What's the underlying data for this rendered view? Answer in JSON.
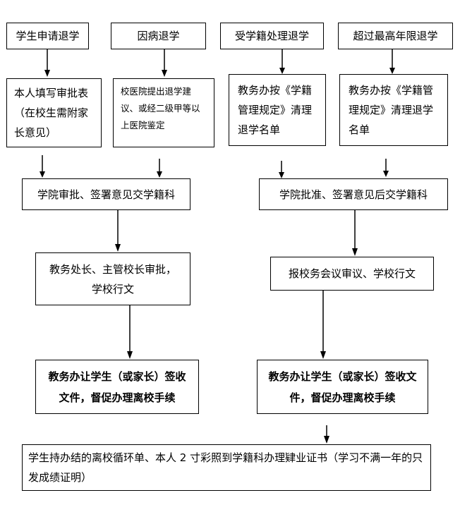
{
  "top_boxes": [
    {
      "label": "学生申请退学"
    },
    {
      "label": "因病退学"
    },
    {
      "label": "受学籍处理退学"
    },
    {
      "label": "超过最高年限退学"
    }
  ],
  "second_boxes": [
    {
      "text": "本人填写审批表（在校生需附家长意见）"
    },
    {
      "text": "校医院提出退学建议、或经二级甲等以上医院鉴定"
    },
    {
      "text": "教务办按《学籍管理规定》清理退学名单"
    },
    {
      "text": "教务办按《学籍管理规定》清理退学名单"
    }
  ],
  "left_flow": {
    "college_approval": "学院审批、签署意见交学籍科",
    "dean_approval": "教务处长、主管校长审批，学校行文",
    "notify": "教务办让学生（或家长）签收文件，督促办理离校手续"
  },
  "right_flow": {
    "college_approval": "学院批准、签署意见后交学籍科",
    "meeting": "报校务会议审议、学校行文",
    "notify": "教务办让学生（或家长）签收文件，督促办理离校手续"
  },
  "final_box": {
    "text": "学生持办结的离校循环单、本人 2 寸彩照到学籍科办理肄业证书（学习不满一年的只发成绩证明）"
  }
}
